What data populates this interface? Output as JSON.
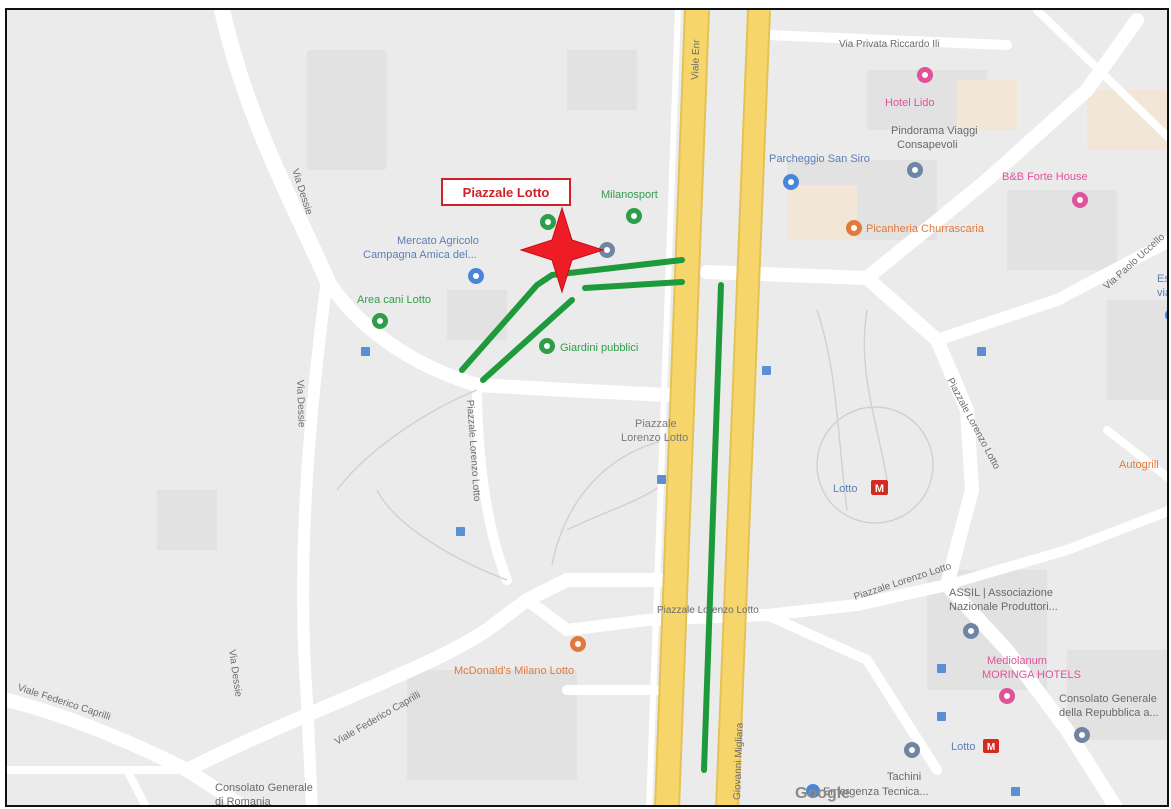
{
  "callout": {
    "label": "Piazzale Lotto"
  },
  "streets": {
    "viale_enrico": "Viale Enr",
    "via_privata_riccardo": "Via Privata Riccardo Ili",
    "via_dessie_top": "Via Dessie",
    "via_dessie_mid": "Via Dessie",
    "via_dessie_bottom": "Via Dessie",
    "piazzale_lorenzo_lotto_left": "Piazzale Lorenzo Lotto",
    "piazzale_lorenzo_lotto_bottom": "Piazzale Lorenzo Lotto",
    "piazzale_lorenzo_lotto_right": "Piazzale Lorenzo Lotto",
    "piazzale_lorenzo_lotto_east": "Piazzale Lorenzo Lotto",
    "viale_federico_caprilli_left": "Viale Federico Caprilli",
    "viale_federico_caprilli_mid": "Viale Federico Caprilli",
    "giovanni_migliara": "Giovanni Migliara",
    "via_paolo_uccello": "Via Paolo Uccello"
  },
  "pois": {
    "hotel_lido": "Hotel Lido",
    "pindarama_line1": "Pindorama Viaggi",
    "pindarama_line2": "Consapevoli",
    "parcheggio": "Parcheggio San Siro",
    "bb_forte": "B&B Forte House",
    "picanheria": "Picanheria Churrascaria",
    "milanosport": "Milanosport",
    "mercato_line1": "Mercato Agricolo",
    "mercato_line2": "Campagna Amica del...",
    "area_cani": "Area cani Lotto",
    "giardini": "Giardini pubblici",
    "piazzale_area_line1": "Piazzale",
    "piazzale_area_line2": "Lorenzo Lotto",
    "lotto_metro": "Lotto",
    "lotto_metro_2": "Lotto",
    "assil_line1": "ASSIL | Associazione",
    "assil_line2": "Nazionale Produttori...",
    "mediolanum_line1": "Mediolanum",
    "mediolanum_line2": "MORINGA HOTELS",
    "consolato_rep_line1": "Consolato Generale",
    "consolato_rep_line2": "della Repubblica a...",
    "mcdonalds": "McDonald's Milano Lotto",
    "consolato_rom_line1": "Consolato Generale",
    "consolato_rom_line2": "di Romania",
    "emergenza": "Emergenza Tecnica...",
    "tachini": "Tachini",
    "autogrill": "Autogrill",
    "metro_letter": "M",
    "google": "Google",
    "right_edge_1": "Es",
    "right_edge_2": "via"
  },
  "colors": {
    "map_bg": "#ebebeb",
    "road": "#ffffff",
    "boulevard": "#f6d66a",
    "route_green": "#1e9a3c",
    "marker_red": "#ee1c25",
    "metro_red": "#d52b1e"
  }
}
